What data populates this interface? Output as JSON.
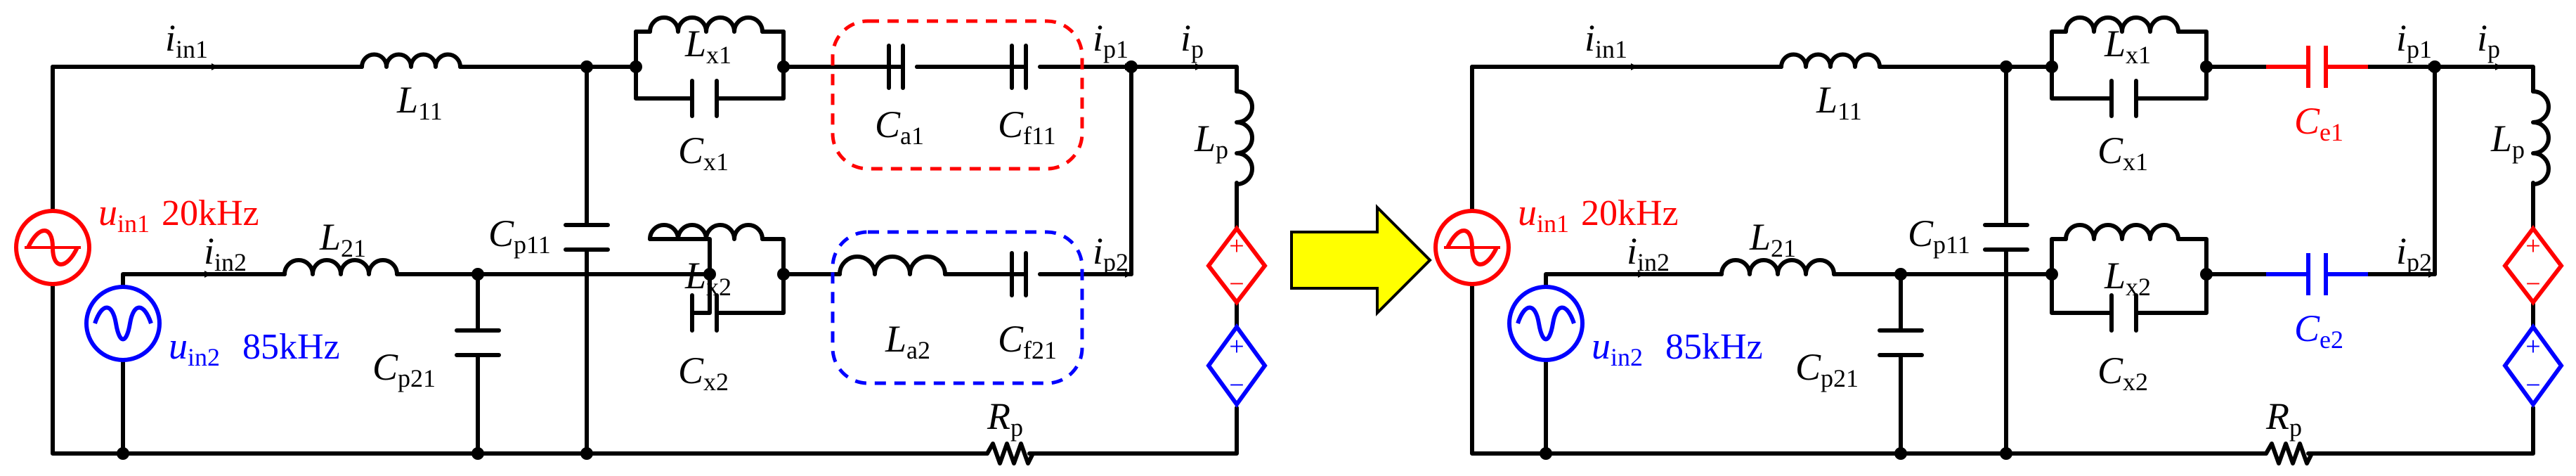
{
  "colors": {
    "red": "#ff0000",
    "blue": "#0000ff",
    "wire": "#000000",
    "arrow_fill": "#ffff00"
  },
  "left": {
    "i_in1": [
      "i",
      "in1"
    ],
    "L11": [
      "L",
      "11"
    ],
    "Lx1": [
      "L",
      "x1"
    ],
    "Cx1": [
      "C",
      "x1"
    ],
    "Ca1": [
      "C",
      "a1"
    ],
    "Cf11": [
      "C",
      "f11"
    ],
    "ip1": [
      "i",
      "p1"
    ],
    "ip": [
      "i",
      "p"
    ],
    "Lp": [
      "L",
      "p"
    ],
    "u_in1": [
      "u",
      "in1"
    ],
    "freq1": "20kHz",
    "i_in2": [
      "i",
      "in2"
    ],
    "L21": [
      "L",
      "21"
    ],
    "Cp11": [
      "C",
      "p11"
    ],
    "Lx2": [
      "L",
      "x2"
    ],
    "ip2": [
      "i",
      "p2"
    ],
    "La2": [
      "L",
      "a2"
    ],
    "Cf21": [
      "C",
      "f21"
    ],
    "Cx2": [
      "C",
      "x2"
    ],
    "u_in2": [
      "u",
      "in2"
    ],
    "freq2": "85kHz",
    "Cp21": [
      "C",
      "p21"
    ],
    "Rp": [
      "R",
      "p"
    ]
  },
  "right": {
    "i_in1": [
      "i",
      "in1"
    ],
    "L11": [
      "L",
      "11"
    ],
    "Lx1": [
      "L",
      "x1"
    ],
    "Cx1": [
      "C",
      "x1"
    ],
    "Ce1": [
      "C",
      "e1"
    ],
    "ip1": [
      "i",
      "p1"
    ],
    "ip": [
      "i",
      "p"
    ],
    "Lp": [
      "L",
      "p"
    ],
    "u_in1": [
      "u",
      "in1"
    ],
    "freq1": "20kHz",
    "i_in2": [
      "i",
      "in2"
    ],
    "L21": [
      "L",
      "21"
    ],
    "Cp11": [
      "C",
      "p11"
    ],
    "Lx2": [
      "L",
      "x2"
    ],
    "Ce2": [
      "C",
      "e2"
    ],
    "ip2": [
      "i",
      "p2"
    ],
    "Cx2": [
      "C",
      "x2"
    ],
    "u_in2": [
      "u",
      "in2"
    ],
    "freq2": "85kHz",
    "Cp21": [
      "C",
      "p21"
    ],
    "Rp": [
      "R",
      "p"
    ]
  },
  "source_signs": {
    "plus": "+",
    "minus": "−"
  }
}
